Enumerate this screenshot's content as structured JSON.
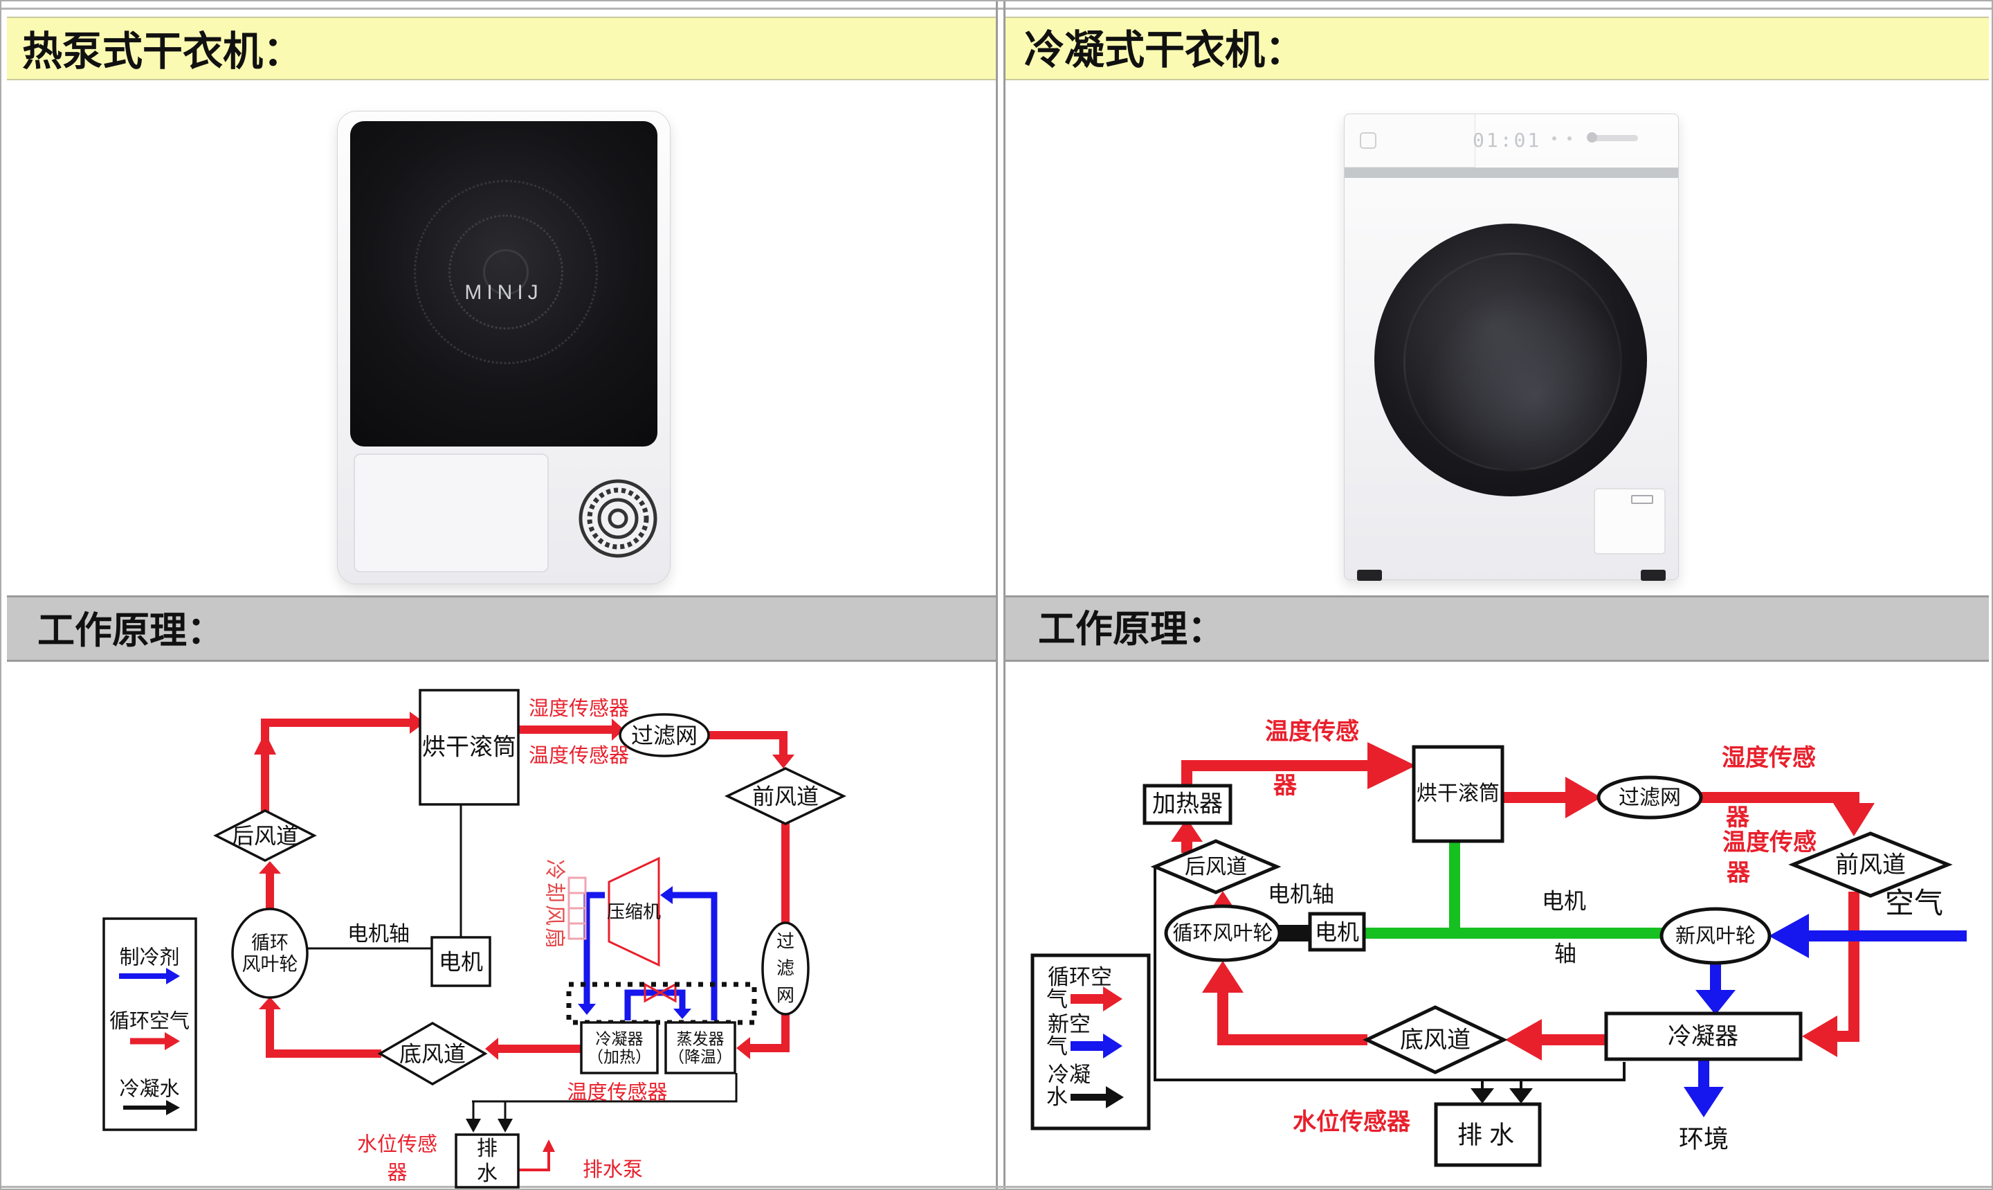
{
  "left_panel": {
    "title": "热泵式干衣机：",
    "principle_title": "工作原理：",
    "product": {
      "brand": "MINIJ"
    },
    "legend": {
      "refrigerant": "制冷剂",
      "circulating_air": "循环空气",
      "condensate": "冷凝水"
    },
    "nodes": {
      "drum": "烘干滚筒",
      "filter": "过滤网",
      "front_duct": "前风道",
      "rear_duct": "后风道",
      "circulating_impeller": [
        "循环",
        "风叶轮"
      ],
      "motor": "电机",
      "compressor": "压缩机",
      "vertical_filter": [
        "过",
        "滤",
        "网"
      ],
      "condenser": [
        "冷凝器",
        "（加热）"
      ],
      "evaporator": [
        "蒸发器",
        "（降温）"
      ],
      "bottom_duct": "底风道",
      "drain": [
        "排",
        "水"
      ]
    },
    "labels": {
      "humidity_sensor": "湿度传感器",
      "temp_sensor": "温度传感器",
      "motor_shaft": "电机轴",
      "cooling_fan": "冷却风扇",
      "temp_sensor_bottom": "温度传感器",
      "water_level_sensor": [
        "水位传感",
        "器"
      ],
      "drain_pump": "排水泵"
    }
  },
  "right_panel": {
    "title": "冷凝式干衣机：",
    "principle_title": "工作原理：",
    "product": {
      "display": "01:01"
    },
    "legend": {
      "circulating_air": [
        "循环空",
        "气"
      ],
      "fresh_air": [
        "新空",
        "气"
      ],
      "condensate": [
        "冷凝",
        "水"
      ]
    },
    "nodes": {
      "heater": "加热器",
      "drum": "烘干滚筒",
      "filter": "过滤网",
      "front_duct": "前风道",
      "rear_duct": "后风道",
      "circulating_impeller": "循环风叶轮",
      "motor": "电机",
      "fresh_impeller": "新风叶轮",
      "condenser": "冷凝器",
      "bottom_duct": "底风道",
      "drain": "排水"
    },
    "labels": {
      "temp_sensor": [
        "温度传感",
        "器"
      ],
      "humidity_sensor": [
        "湿度传感",
        "器"
      ],
      "temp_sensor2": [
        "温度传感",
        "器"
      ],
      "motor_shaft": "电机轴",
      "motor_shaft2": [
        "电机",
        "轴"
      ],
      "air": "空气",
      "environment": "环境",
      "water_level_sensor": "水位传感器"
    }
  },
  "colors": {
    "red": "#e8202c",
    "blue": "#1616ee",
    "green": "#16c020",
    "black": "#111111",
    "yellow_header": "#fafab2",
    "gray_header": "#c7c7c7"
  }
}
